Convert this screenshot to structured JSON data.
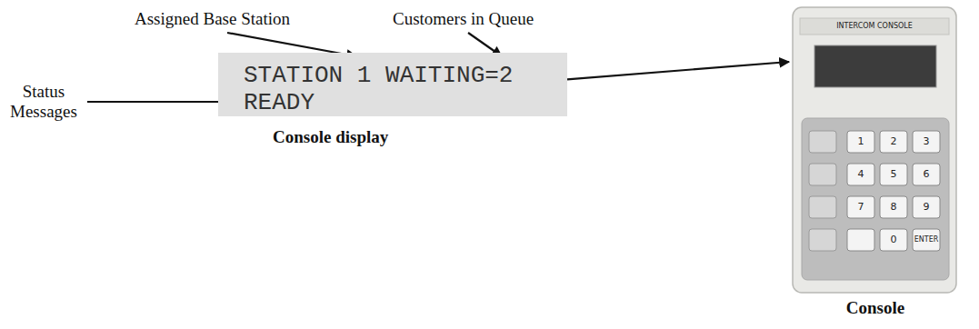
{
  "diagram": {
    "nodes": [
      {
        "text": [
          "STATION 1 WAITING=2",
          "READY"
        ]
      },
      {
        "text": [
          "Console"
        ]
      }
    ],
    "edges": [
      {
        "from": 0,
        "to": 1,
        "arrow": "to"
      }
    ],
    "labels": [
      "Assigned Base Station",
      "Customers in Queue",
      "Status Messages",
      "Console display",
      "INTERCOM CONSOLE",
      "1",
      "2",
      "3",
      "4",
      "5",
      "6",
      "7",
      "8",
      "9",
      "0",
      "ENTER"
    ]
  }
}
